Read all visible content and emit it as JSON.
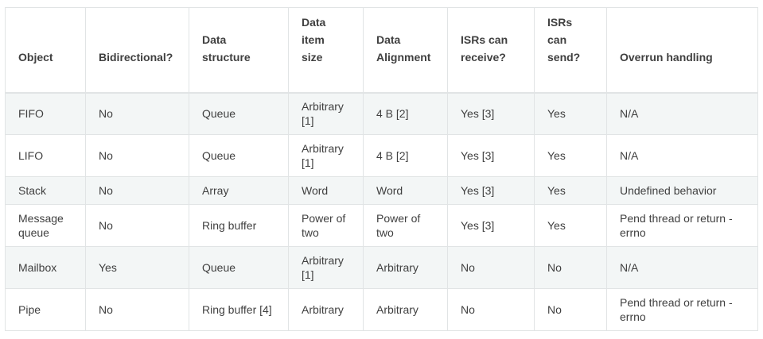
{
  "headers": [
    "Object",
    "Bidirectional?",
    "Data structure",
    "Data item size",
    "Data Alignment",
    "ISRs can receive?",
    "ISRs can send?",
    "Overrun handling"
  ],
  "rows": [
    [
      "FIFO",
      "No",
      "Queue",
      "Arbitrary [1]",
      "4 B [2]",
      "Yes [3]",
      "Yes",
      "N/A"
    ],
    [
      "LIFO",
      "No",
      "Queue",
      "Arbitrary [1]",
      "4 B [2]",
      "Yes [3]",
      "Yes",
      "N/A"
    ],
    [
      "Stack",
      "No",
      "Array",
      "Word",
      "Word",
      "Yes [3]",
      "Yes",
      "Undefined behavior"
    ],
    [
      "Message queue",
      "No",
      "Ring buffer",
      "Power of two",
      "Power of two",
      "Yes [3]",
      "Yes",
      "Pend thread or return -errno"
    ],
    [
      "Mailbox",
      "Yes",
      "Queue",
      "Arbitrary [1]",
      "Arbitrary",
      "No",
      "No",
      "N/A"
    ],
    [
      "Pipe",
      "No",
      "Ring buffer [4]",
      "Arbitrary",
      "Arbitrary",
      "No",
      "No",
      "Pend thread or return -errno"
    ]
  ]
}
